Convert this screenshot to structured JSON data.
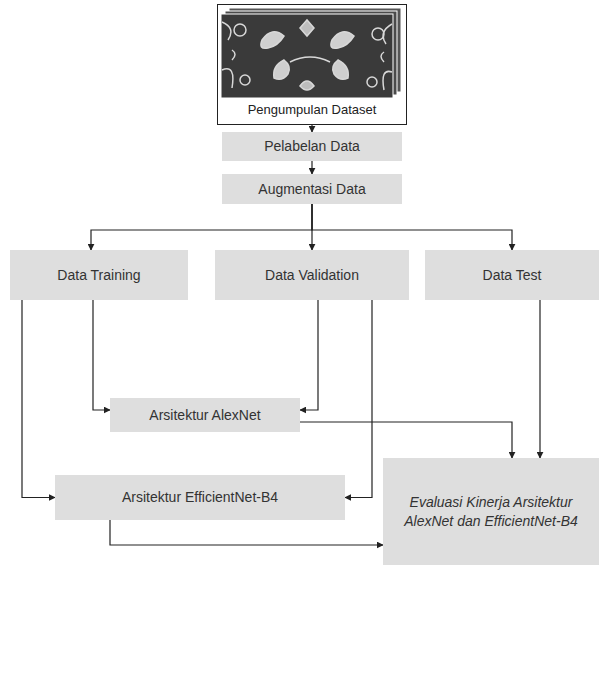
{
  "diagram": {
    "nodes": [
      {
        "text": [
          "Pengumpulan Dataset"
        ]
      },
      {
        "text": [
          "Pelabelan Data"
        ]
      },
      {
        "text": [
          "Augmentasi Data"
        ]
      },
      {
        "text": [
          "Data Training"
        ]
      },
      {
        "text": [
          "Data Validation"
        ]
      },
      {
        "text": [
          "Data Test"
        ]
      },
      {
        "text": [
          "Arsitektur AlexNet"
        ]
      },
      {
        "text": [
          "Arsitektur EfficientNet-B4"
        ]
      },
      {
        "text": [
          "Evaluasi Kinerja Arsitektur AlexNet dan EfficientNet-B4"
        ]
      }
    ],
    "edges": [
      {
        "from": 0,
        "to": 1,
        "arrow": "to"
      },
      {
        "from": 1,
        "to": 2,
        "arrow": "to"
      },
      {
        "from": 2,
        "to": 3,
        "arrow": "to"
      },
      {
        "from": 2,
        "to": 4,
        "arrow": "to"
      },
      {
        "from": 2,
        "to": 5,
        "arrow": "to"
      },
      {
        "from": 3,
        "to": 6,
        "arrow": "to"
      },
      {
        "from": 3,
        "to": 7,
        "arrow": "to"
      },
      {
        "from": 4,
        "to": 6,
        "arrow": "to"
      },
      {
        "from": 4,
        "to": 7,
        "arrow": "to"
      },
      {
        "from": 5,
        "to": 8,
        "arrow": "to"
      },
      {
        "from": 6,
        "to": 8,
        "arrow": "to"
      },
      {
        "from": 7,
        "to": 8,
        "arrow": "to"
      }
    ]
  }
}
